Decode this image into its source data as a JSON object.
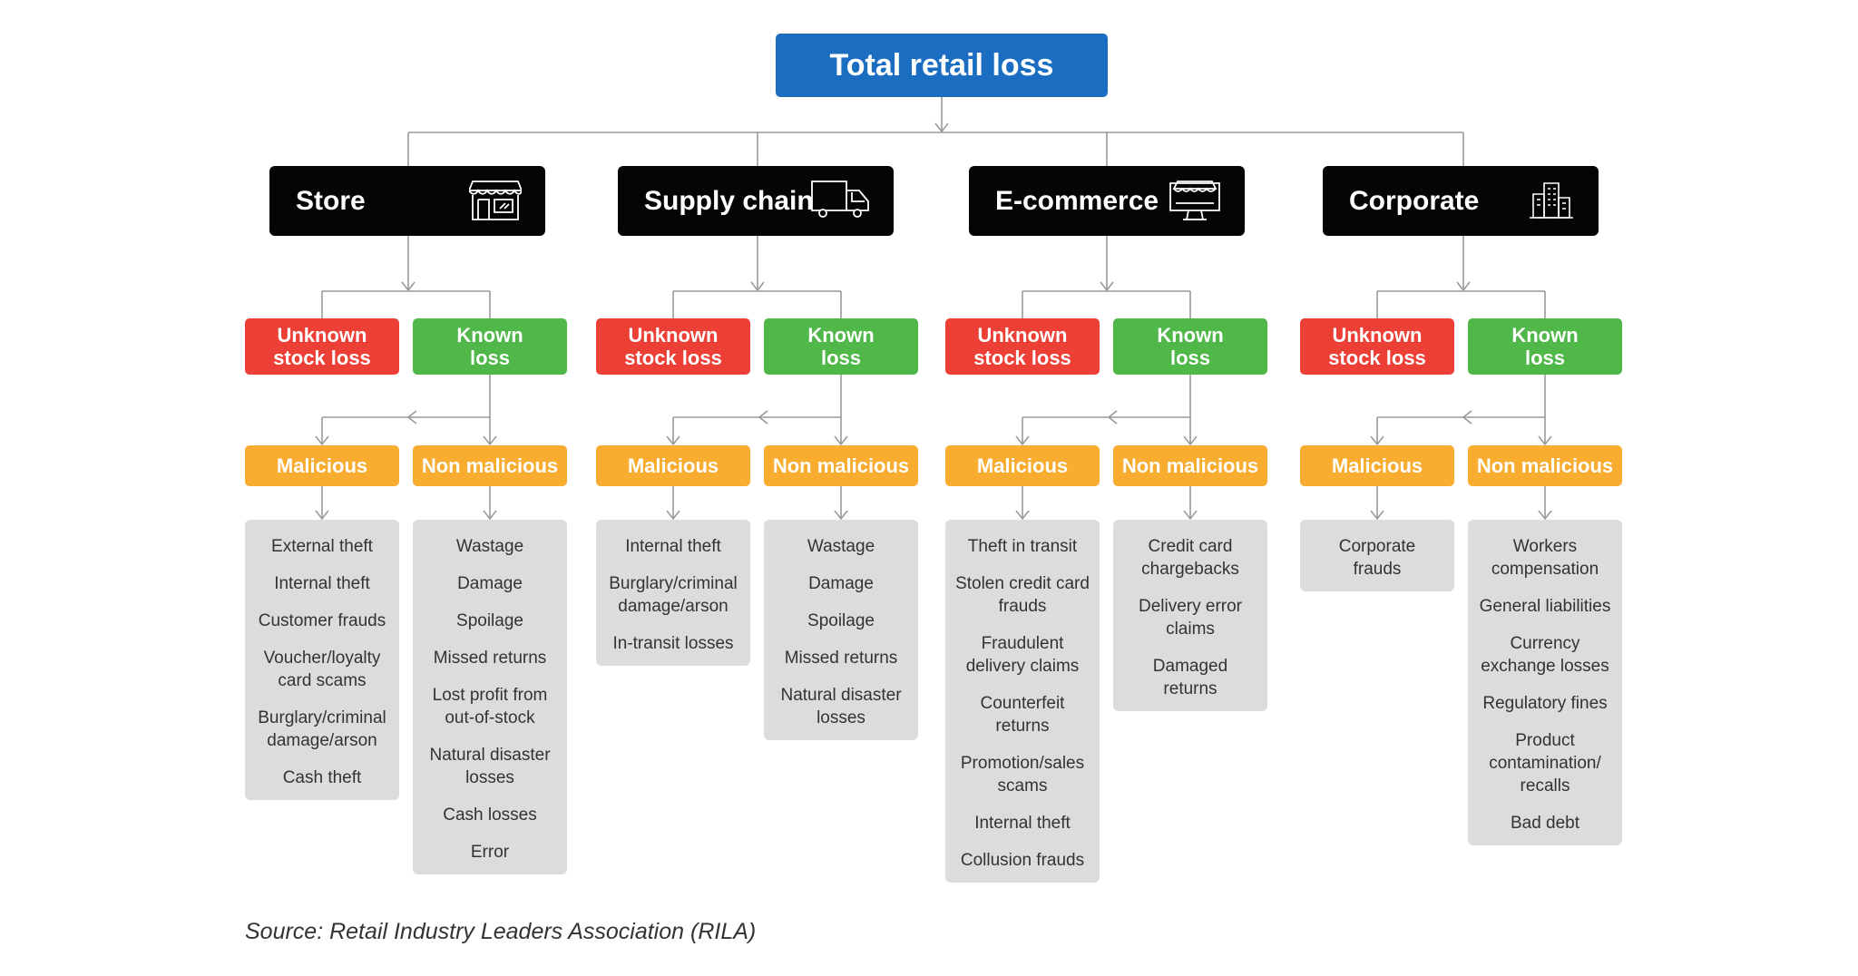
{
  "root": {
    "title": "Total retail loss"
  },
  "categories": [
    {
      "name": "Store",
      "icon": "storefront-icon",
      "unknown_label": "Unknown\nstock loss",
      "known_label": "Known\nloss",
      "malicious_label": "Malicious",
      "non_malicious_label": "Non malicious",
      "malicious_items": [
        "External theft",
        "Internal theft",
        "Customer frauds",
        "Voucher/loyalty\ncard scams",
        "Burglary/criminal\ndamage/arson",
        "Cash theft"
      ],
      "non_malicious_items": [
        "Wastage",
        "Damage",
        "Spoilage",
        "Missed returns",
        "Lost profit from\nout-of-stock",
        "Natural disaster\nlosses",
        "Cash losses",
        "Error"
      ]
    },
    {
      "name": "Supply chain",
      "icon": "truck-icon",
      "unknown_label": "Unknown\nstock loss",
      "known_label": "Known\nloss",
      "malicious_label": "Malicious",
      "non_malicious_label": "Non malicious",
      "malicious_items": [
        "Internal theft",
        "Burglary/criminal\ndamage/arson",
        "In-transit losses"
      ],
      "non_malicious_items": [
        "Wastage",
        "Damage",
        "Spoilage",
        "Missed returns",
        "Natural disaster\nlosses"
      ]
    },
    {
      "name": "E-commerce",
      "icon": "online-store-monitor-icon",
      "unknown_label": "Unknown\nstock loss",
      "known_label": "Known\nloss",
      "malicious_label": "Malicious",
      "non_malicious_label": "Non malicious",
      "malicious_items": [
        "Theft in transit",
        "Stolen credit card\nfrauds",
        "Fraudulent\ndelivery claims",
        "Counterfeit\nreturns",
        "Promotion/sales\nscams",
        "Internal theft",
        "Collusion frauds"
      ],
      "non_malicious_items": [
        "Credit card\nchargebacks",
        "Delivery error\nclaims",
        "Damaged\nreturns"
      ]
    },
    {
      "name": "Corporate",
      "icon": "office-building-icon",
      "unknown_label": "Unknown\nstock loss",
      "known_label": "Known\nloss",
      "malicious_label": "Malicious",
      "non_malicious_label": "Non malicious",
      "malicious_items": [
        "Corporate\nfrauds"
      ],
      "non_malicious_items": [
        "Workers\ncompensation",
        "General liabilities",
        "Currency\nexchange losses",
        "Regulatory fines",
        "Product\ncontamination/\nrecalls",
        "Bad debt"
      ]
    }
  ],
  "source": "Source: Retail Industry Leaders Association (RILA)",
  "colors": {
    "root": "#1b6dc1",
    "category": "#050505",
    "unknown": "#ec3f36",
    "known": "#50b848",
    "subtype": "#f8ac30",
    "list": "#dcdcdc",
    "connector": "#9a9a9a"
  }
}
